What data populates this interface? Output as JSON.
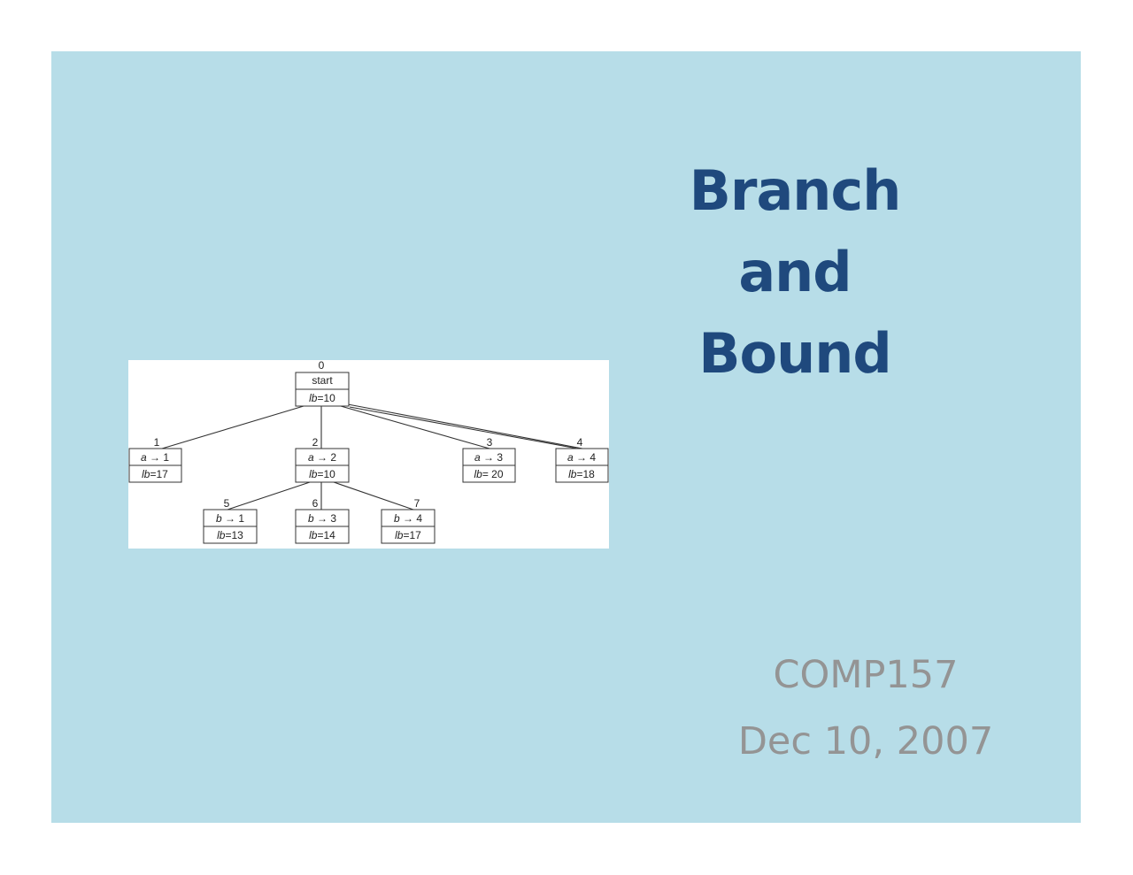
{
  "slide": {
    "title_line1": "Branch and",
    "title_line2": "Bound",
    "course": "COMP157",
    "date": "Dec 10, 2007",
    "colors": {
      "background": "#b7dde8",
      "title": "#1f497d",
      "subtitle": "#949494"
    }
  },
  "diagram": {
    "nodes": [
      {
        "id": "0",
        "top": "start",
        "lb_label": "lb",
        "lb_value": "=10"
      },
      {
        "id": "1",
        "var": "a",
        "arrow": "→",
        "target": "1",
        "lb_label": "lb",
        "lb_value": "=17"
      },
      {
        "id": "2",
        "var": "a",
        "arrow": "→",
        "target": "2",
        "lb_label": "lb",
        "lb_value": "=10"
      },
      {
        "id": "3",
        "var": "a",
        "arrow": "→",
        "target": "3",
        "lb_label": "lb",
        "lb_value": "= 20"
      },
      {
        "id": "4",
        "var": "a",
        "arrow": "→",
        "target": "4",
        "lb_label": "lb",
        "lb_value": "=18"
      },
      {
        "id": "5",
        "var": "b",
        "arrow": "→",
        "target": "1",
        "lb_label": "lb",
        "lb_value": "=13"
      },
      {
        "id": "6",
        "var": "b",
        "arrow": "→",
        "target": "3",
        "lb_label": "lb",
        "lb_value": "=14"
      },
      {
        "id": "7",
        "var": "b",
        "arrow": "→",
        "target": "4",
        "lb_label": "lb",
        "lb_value": "=17"
      }
    ],
    "edges": [
      [
        "0",
        "1"
      ],
      [
        "0",
        "2"
      ],
      [
        "0",
        "3"
      ],
      [
        "0",
        "4"
      ],
      [
        "2",
        "5"
      ],
      [
        "2",
        "6"
      ],
      [
        "2",
        "7"
      ]
    ]
  }
}
